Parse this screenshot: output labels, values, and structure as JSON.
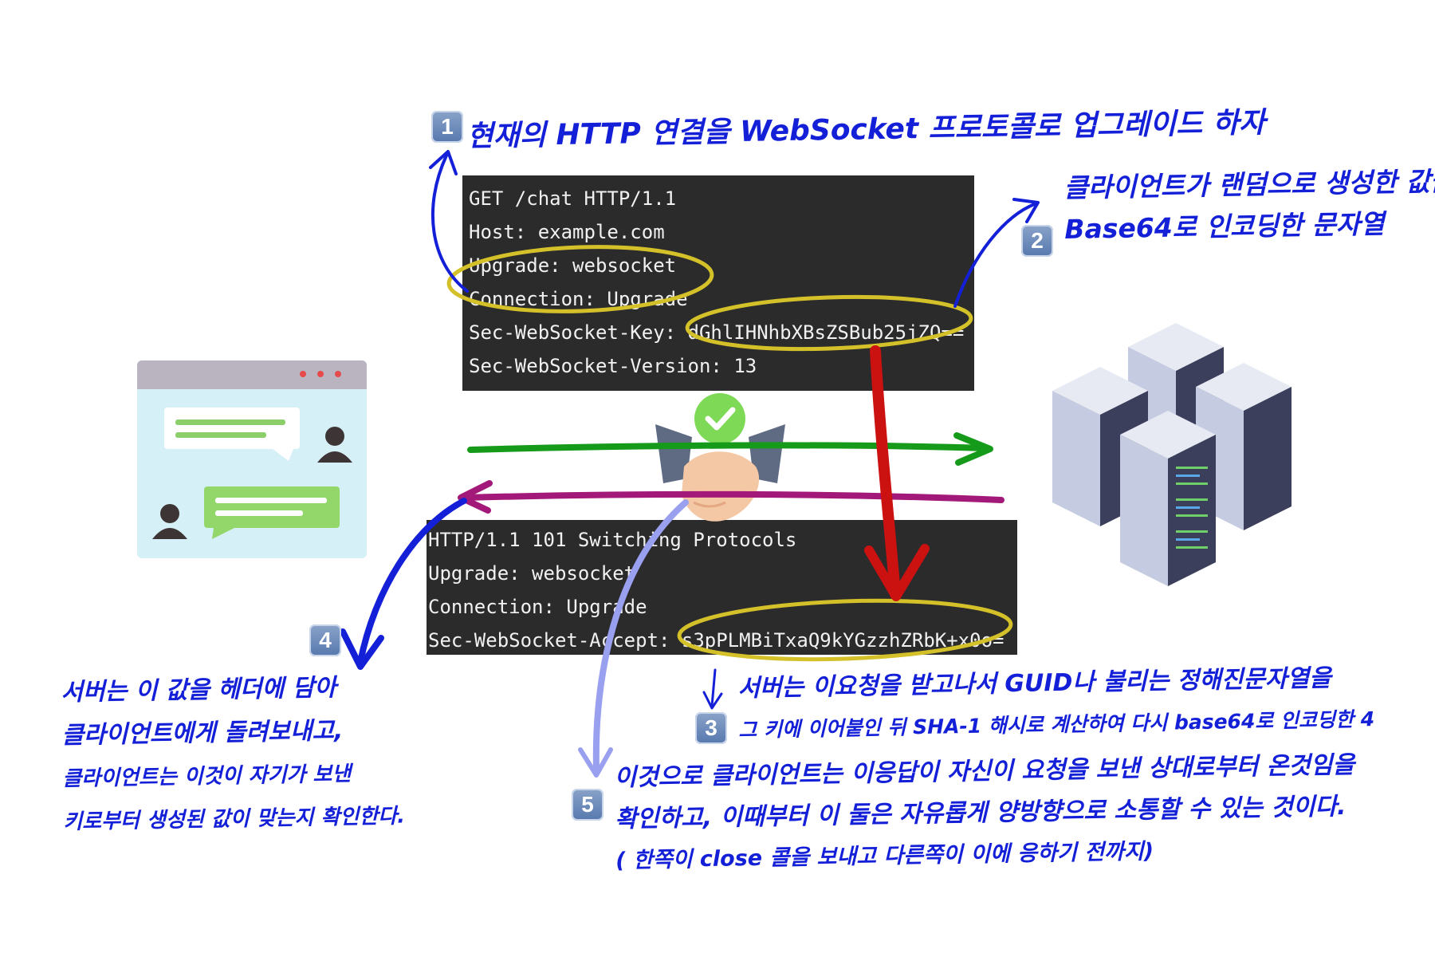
{
  "request": {
    "lines": [
      "GET /chat HTTP/1.1",
      "Host: example.com",
      "Upgrade: websocket",
      "Connection: Upgrade",
      "Sec-WebSocket-Key: dGhlIHNhbXBsZSBub25jZQ==",
      "Sec-WebSocket-Version: 13"
    ]
  },
  "response": {
    "lines": [
      "HTTP/1.1 101 Switching Protocols",
      "Upgrade: websocket",
      "Connection: Upgrade",
      "Sec-WebSocket-Accept: s3pPLMBiTxaQ9kYGzzhZRbK+x0o="
    ]
  },
  "badges": [
    "1",
    "2",
    "3",
    "4",
    "5"
  ],
  "notes": {
    "n1": [
      "현재의 HTTP 연결을 WebSocket 프로토콜로 업그레이드 하자"
    ],
    "n2": [
      "클라이언트가 랜덤으로 생성한 값을",
      "Base64로 인코딩한 문자열"
    ],
    "n3": [
      "서버는 이요청을 받고나서 GUID나 불리는 정해진문자열을",
      "그 키에 이어붙인 뒤 SHA-1 해시로 계산하여 다시 base64로 인코딩한 4"
    ],
    "n4": [
      "서버는 이 값을 헤더에 담아",
      "클라이언트에게 돌려보내고,",
      "클라이언트는 이것이 자기가 보낸",
      "키로부터 생성된 값이 맞는지 확인한다."
    ],
    "n5": [
      "이것으로 클라이언트는 이응답이 자신이 요청을 보낸 상대로부터 온것임을",
      "확인하고, 이때부터 이 둘은 자유롭게 양방향으로 소통할 수 있는 것이다.",
      "( 한쪽이 close 콜을 보내고 다른쪽이 이에 응하기 전까지)"
    ]
  },
  "colors": {
    "note_ink": "#1420d8",
    "highlight_oval": "#d4c12a",
    "arrow_request": "#159a1a",
    "arrow_response": "#a3197a",
    "arrow_compute": "#cc1111",
    "arrow_check": "#9aa0f0",
    "code_bg": "#2b2b2b",
    "check": "#7ed957"
  },
  "icons": [
    "chat-window-icon",
    "server-rack-icon",
    "handshake-icon",
    "checkmark-icon"
  ]
}
